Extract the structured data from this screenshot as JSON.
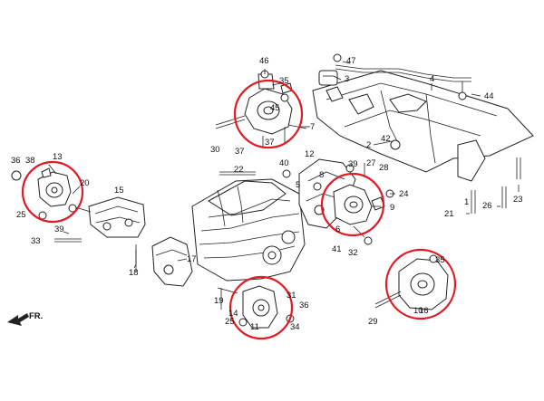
{
  "diagram": {
    "callouts": [
      "1",
      "2",
      "3",
      "4",
      "5",
      "6",
      "7",
      "8",
      "9",
      "10",
      "11",
      "12",
      "13",
      "14",
      "15",
      "16",
      "17",
      "18",
      "19",
      "20",
      "21",
      "22",
      "23",
      "24",
      "25",
      "26",
      "27",
      "28",
      "29",
      "30",
      "31",
      "32",
      "33",
      "34",
      "35",
      "36",
      "37",
      "38",
      "39",
      "40",
      "41",
      "42",
      "44",
      "45",
      "46",
      "47"
    ],
    "direction_label": "FR.",
    "highlight_color": "#e01b24"
  }
}
